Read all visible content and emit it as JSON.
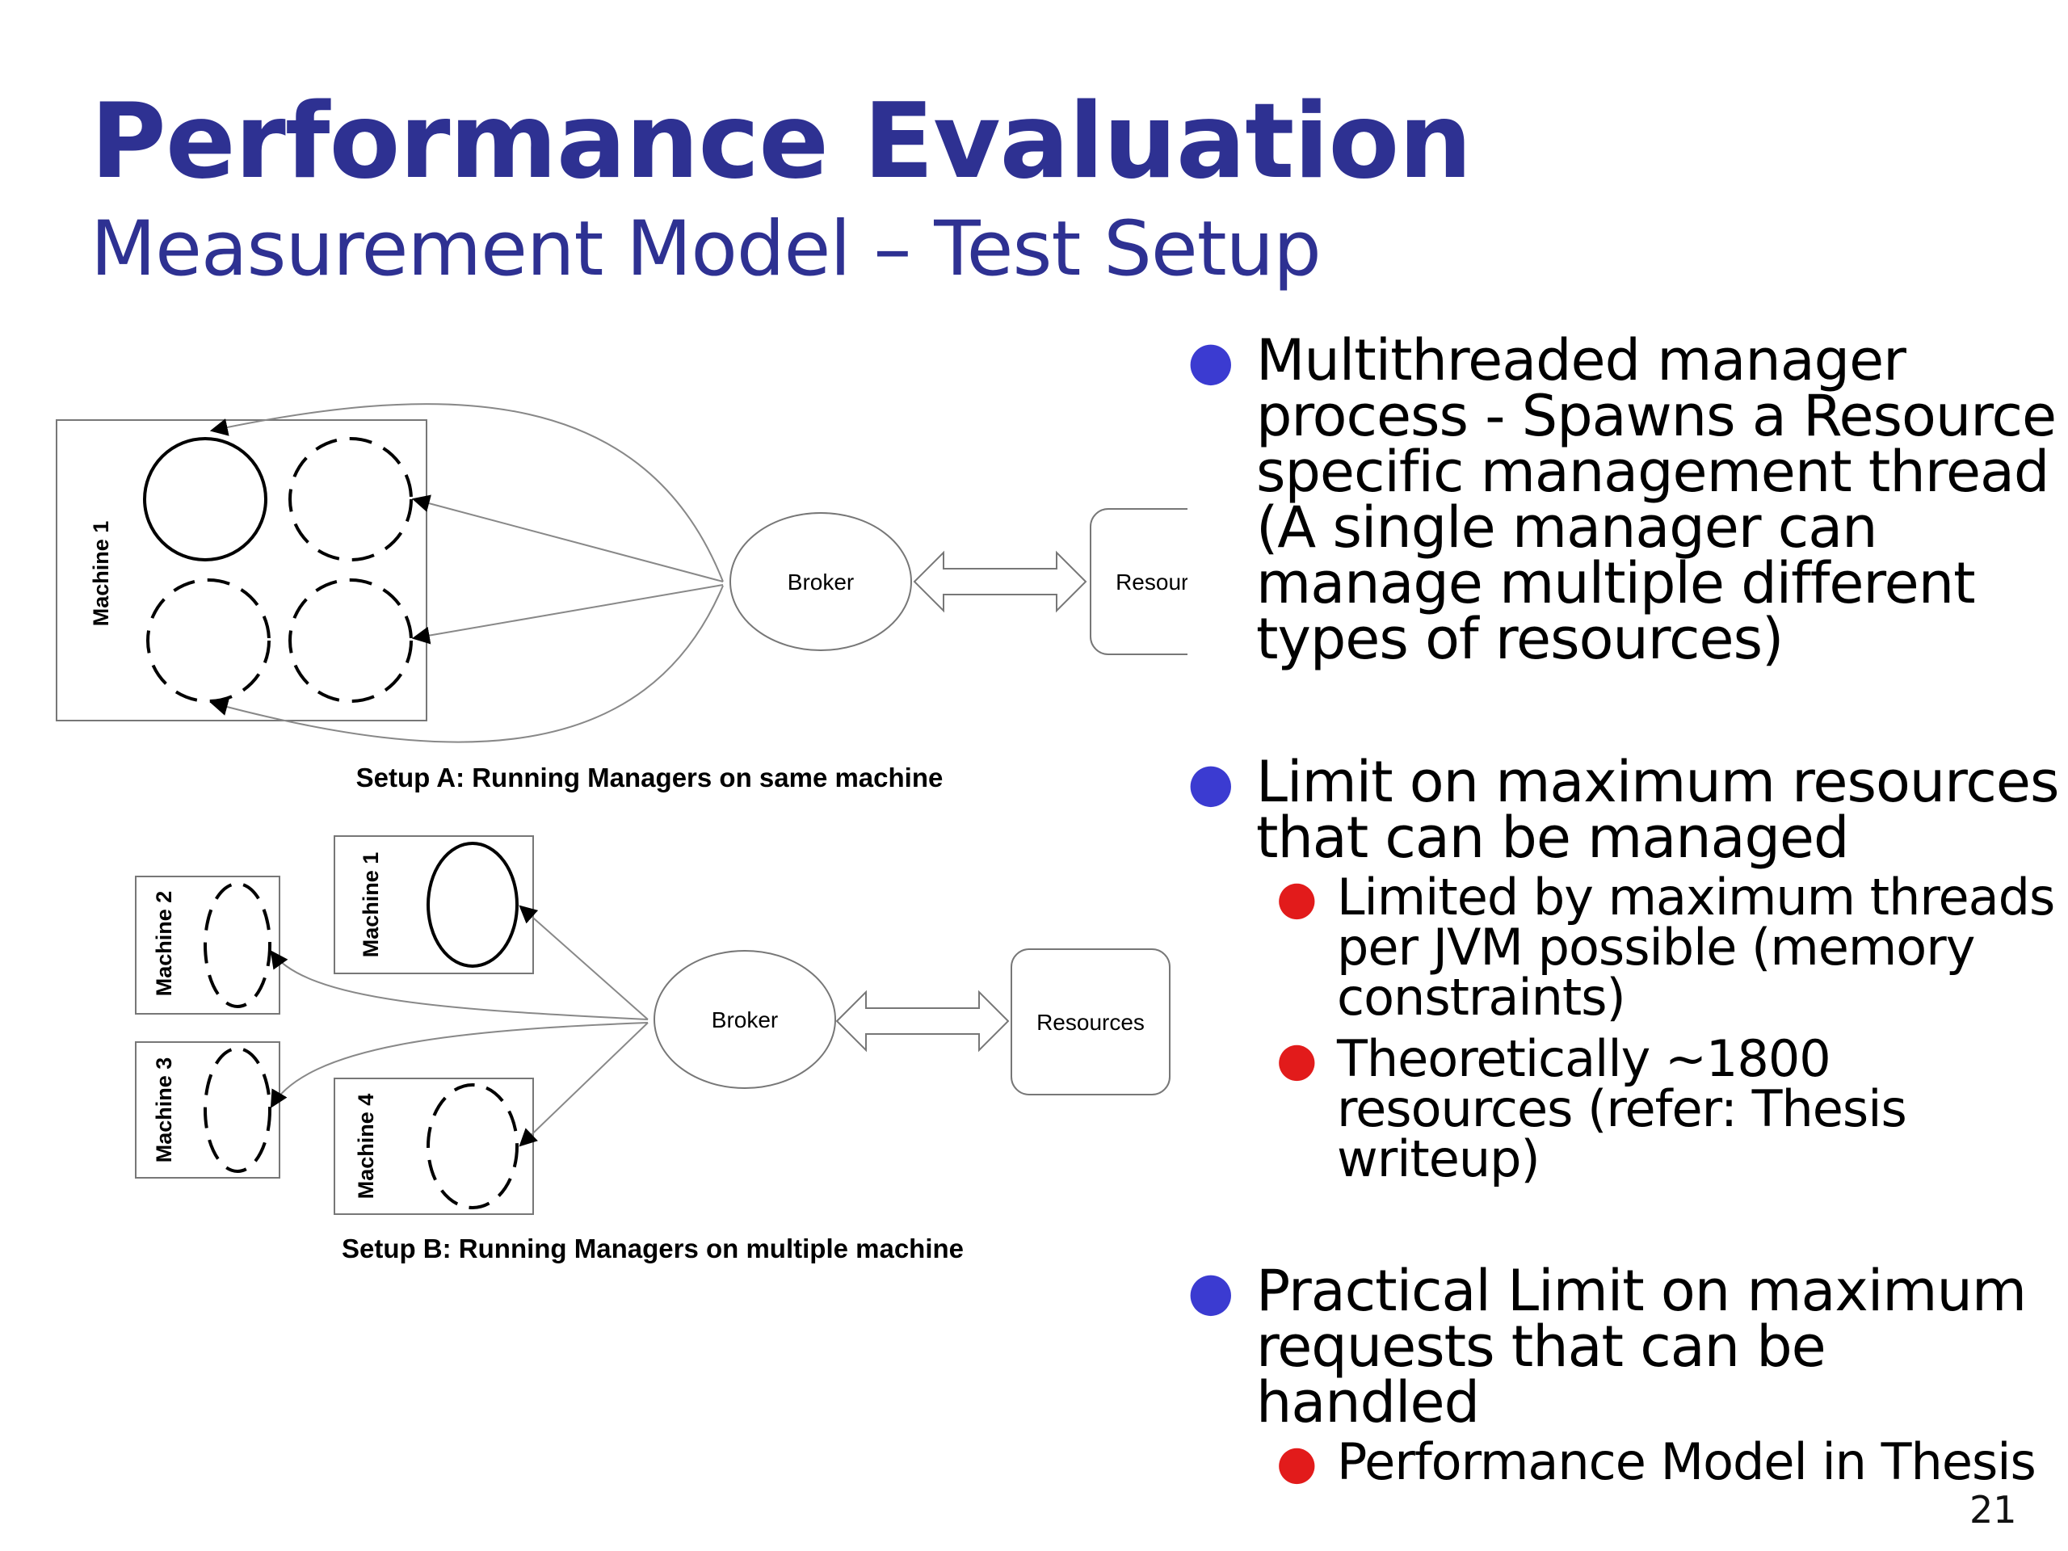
{
  "slide": {
    "title": "Performance Evaluation",
    "subtitle": "Measurement Model – Test Setup",
    "page_number": "21"
  },
  "diagram": {
    "setup_a": {
      "machine_label": "Machine 1",
      "broker_label": "Broker",
      "resources_label": "Resources",
      "caption": "Setup A: Running Managers on same machine"
    },
    "setup_b": {
      "machines": [
        "Machine 1",
        "Machine 2",
        "Machine 3",
        "Machine 4"
      ],
      "broker_label": "Broker",
      "resources_label": "Resources",
      "caption": "Setup B: Running Managers on multiple machine"
    }
  },
  "bullets": [
    {
      "text": "Multithreaded manager process - Spawns a Resource specific management thread (A single manager can manage multiple different types of resources)",
      "sub": []
    },
    {
      "text": "Limit on maximum resources that can be managed",
      "sub": [
        "Limited by maximum threads per JVM possible (memory constraints)",
        "Theoretically ~1800 resources (refer: Thesis writeup)"
      ]
    },
    {
      "text": "Practical Limit on maximum requests that can be handled",
      "sub": [
        "Performance Model in Thesis"
      ]
    }
  ],
  "colors": {
    "title": "#2e3192",
    "bullet_level1": "#3b3bd1",
    "bullet_level2": "#e21b1b"
  }
}
